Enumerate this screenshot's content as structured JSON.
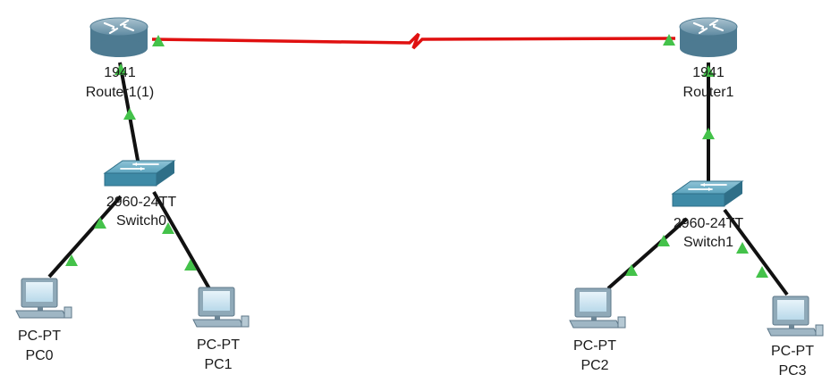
{
  "colors": {
    "ethernet_link": "#111111",
    "serial_link": "#e01010",
    "link_up_indicator": "#44c24a",
    "router_body": "#5f8aa1",
    "switch_body": "#3e8aa6",
    "pc_screen": "#cfe6f2",
    "label_text": "#1a1a1a"
  },
  "devices": {
    "router_left": {
      "model": "1941",
      "name": "Router1(1)",
      "icon": "router-icon"
    },
    "router_right": {
      "model": "1941",
      "name": "Router1",
      "icon": "router-icon"
    },
    "switch_left": {
      "model": "2960-24TT",
      "name": "Switch0",
      "icon": "switch-icon"
    },
    "switch_right": {
      "model": "2960-24TT",
      "name": "Switch1",
      "icon": "switch-icon"
    },
    "pc0": {
      "model": "PC-PT",
      "name": "PC0",
      "icon": "pc-icon"
    },
    "pc1": {
      "model": "PC-PT",
      "name": "PC1",
      "icon": "pc-icon"
    },
    "pc2": {
      "model": "PC-PT",
      "name": "PC2",
      "icon": "pc-icon"
    },
    "pc3": {
      "model": "PC-PT",
      "name": "PC3",
      "icon": "pc-icon"
    }
  },
  "links": [
    {
      "from": "router_left",
      "to": "router_right",
      "type": "serial"
    },
    {
      "from": "router_left",
      "to": "switch_left",
      "type": "ethernet"
    },
    {
      "from": "switch_left",
      "to": "pc0",
      "type": "ethernet"
    },
    {
      "from": "switch_left",
      "to": "pc1",
      "type": "ethernet"
    },
    {
      "from": "router_right",
      "to": "switch_right",
      "type": "ethernet"
    },
    {
      "from": "switch_right",
      "to": "pc2",
      "type": "ethernet"
    },
    {
      "from": "switch_right",
      "to": "pc3",
      "type": "ethernet"
    }
  ]
}
